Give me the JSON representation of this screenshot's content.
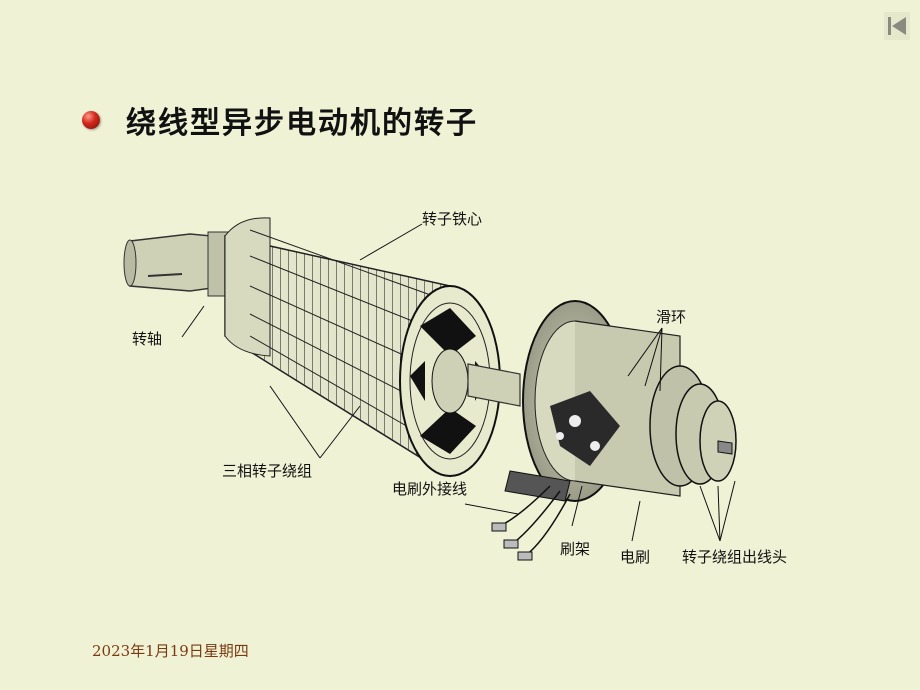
{
  "nav": {
    "icon": "first-slide-icon"
  },
  "slide": {
    "title": "绕线型异步电动机的转子"
  },
  "figure": {
    "labels": {
      "core": "转子铁心",
      "shaft": "转轴",
      "slip_rings": "滑环",
      "windings": "三相转子绕组",
      "brush_wire": "电刷外接线",
      "brush_holder": "刷架",
      "brush": "电刷",
      "leads": "转子绕组出线头"
    }
  },
  "footer": {
    "date": "2023年1月19日星期四"
  },
  "colors": {
    "background": "#f0f2d6",
    "date_text": "#7a3a10",
    "bullet": "#d42a1e"
  }
}
